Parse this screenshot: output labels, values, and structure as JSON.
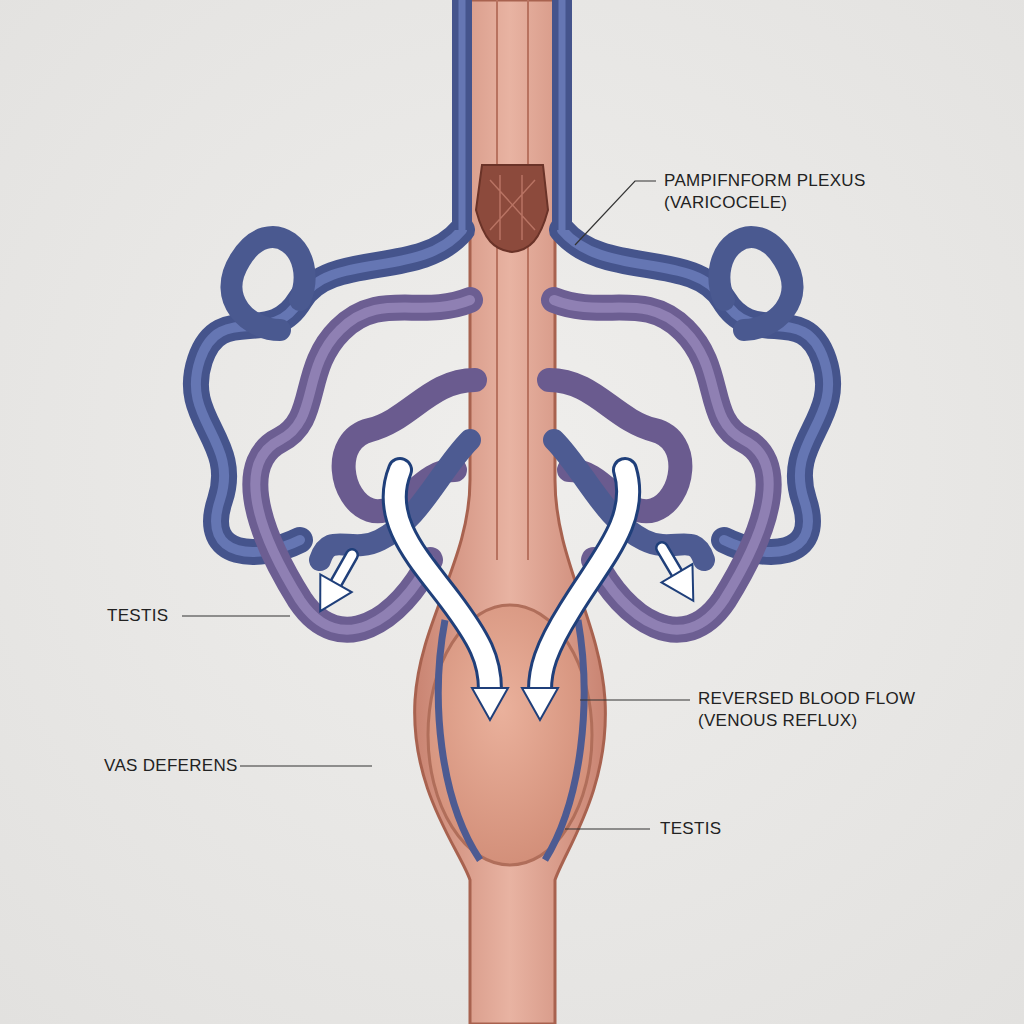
{
  "diagram": {
    "labels": [
      "PAMPIFNFORM PLEXUS (VARICOCELE)",
      "TESTIS",
      "REVERSED BLOOD FLOW (VENOUS REFLUX)",
      "VAS DEFERENS",
      "TESTIS"
    ]
  }
}
